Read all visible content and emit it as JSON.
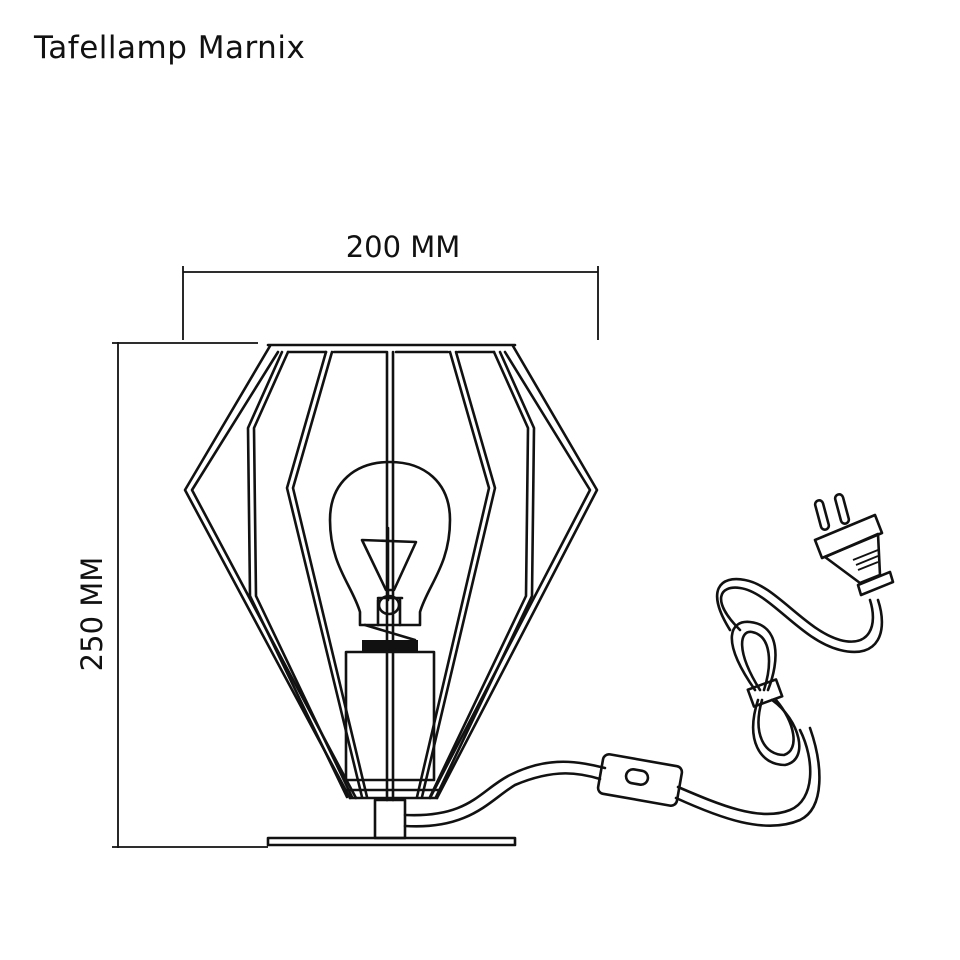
{
  "title": "Tafellamp Marnix",
  "dimensions": {
    "width_label": "200 MM",
    "height_label": "250 MM"
  }
}
